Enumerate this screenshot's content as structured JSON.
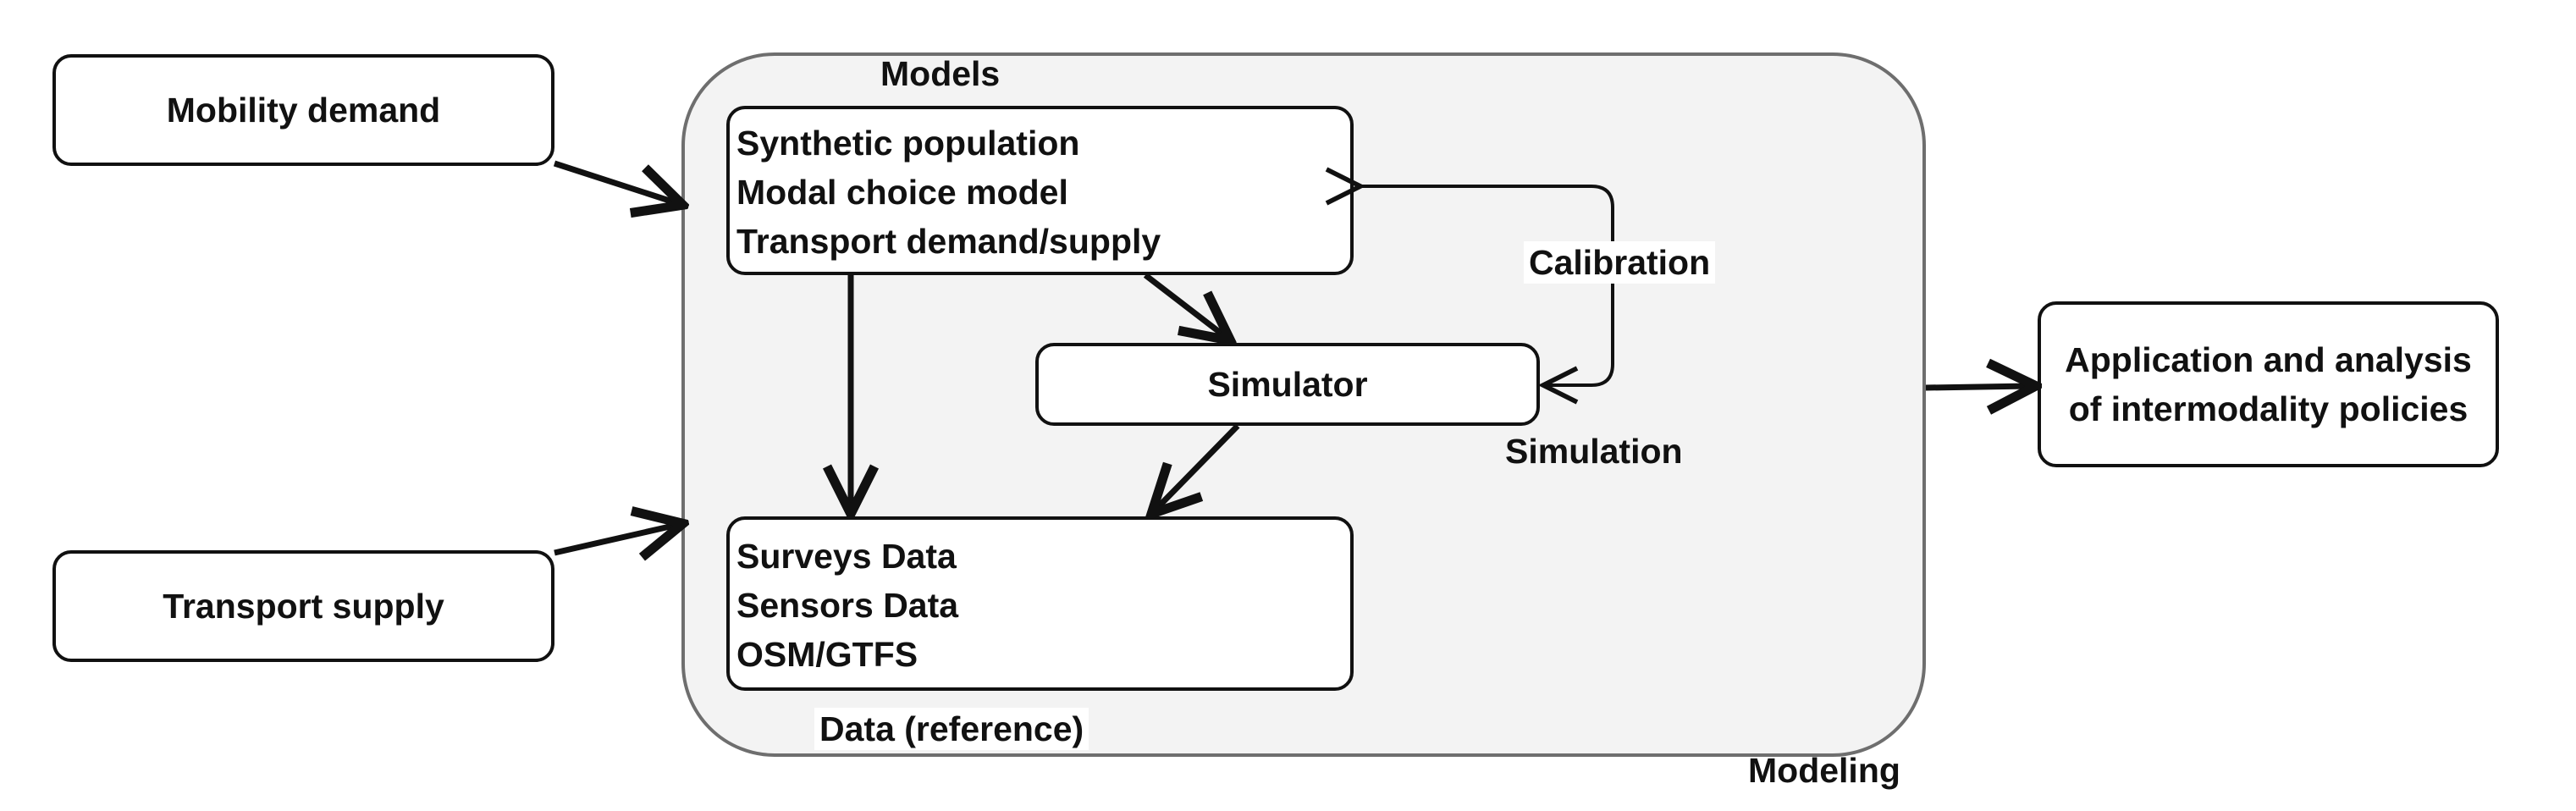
{
  "diagram": {
    "container": {
      "label": "Modeling"
    },
    "inputs": {
      "mobility_demand": "Mobility demand",
      "transport_supply": "Transport supply"
    },
    "models": {
      "label": "Models",
      "items": [
        "Synthetic population",
        "Modal choice model",
        "Transport demand/supply"
      ]
    },
    "simulator": {
      "label": "Simulator"
    },
    "data_reference": {
      "label": "Data (reference)",
      "items": [
        "Surveys Data",
        "Sensors Data",
        "OSM/GTFS"
      ]
    },
    "calibration_label": "Calibration",
    "simulation_label": "Simulation",
    "output": {
      "label": "Application and analysis\nof intermodality policies"
    },
    "colors": {
      "stroke": "#111111",
      "container_fill": "#f3f3f3",
      "container_stroke": "#6e6e6e",
      "box_fill": "#ffffff"
    }
  }
}
